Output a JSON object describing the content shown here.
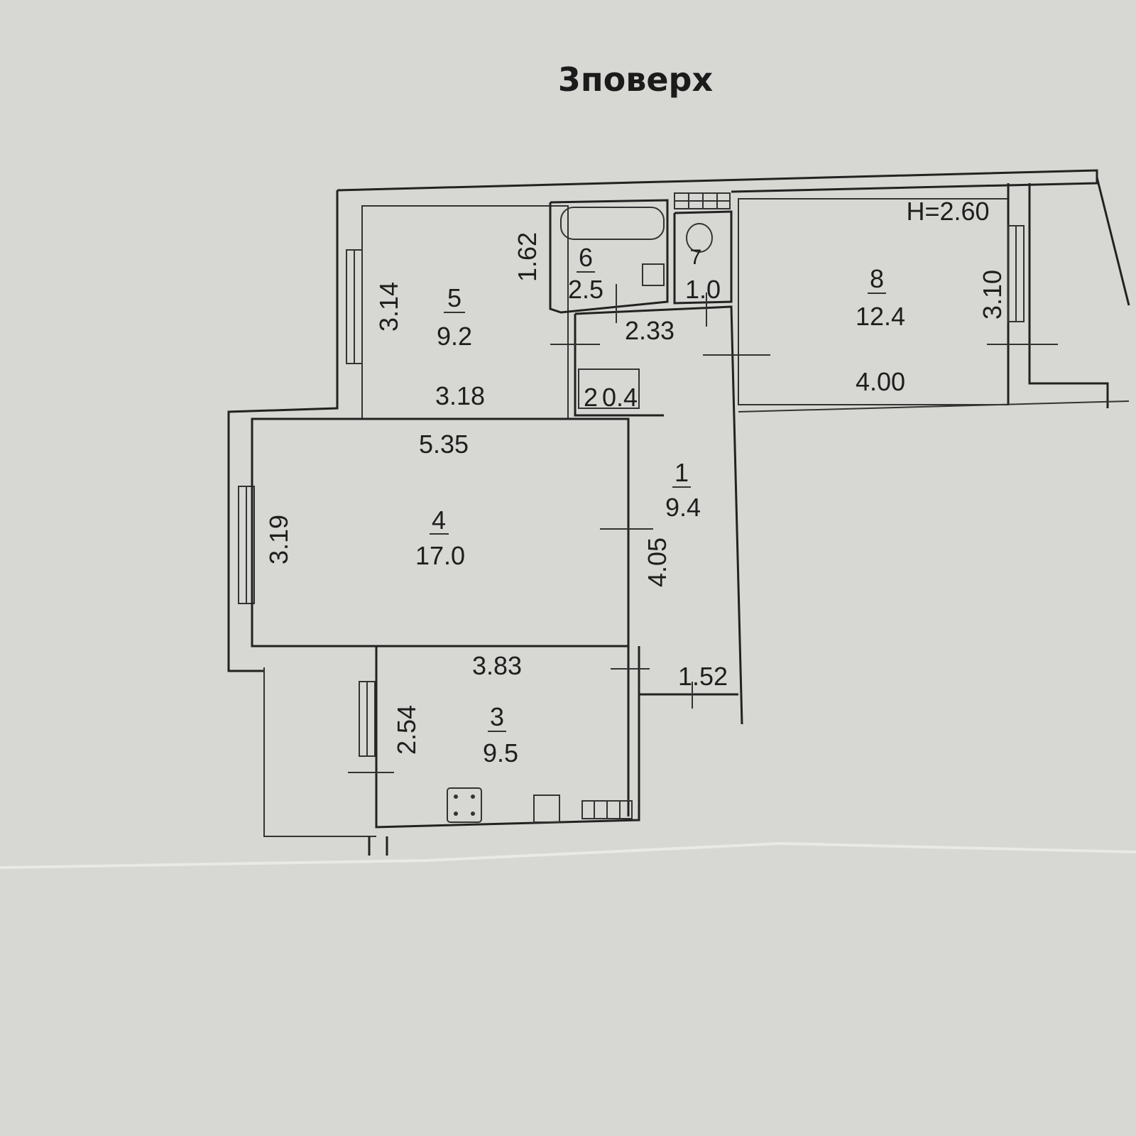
{
  "plan": {
    "title": "3поверх",
    "ceiling_height": "H=2.60",
    "rooms": [
      {
        "id": "room-1",
        "number": "1",
        "area": "9.4"
      },
      {
        "id": "room-2",
        "number": "2",
        "area": "0.4"
      },
      {
        "id": "room-3",
        "number": "3",
        "area": "9.5"
      },
      {
        "id": "room-4",
        "number": "4",
        "area": "17.0"
      },
      {
        "id": "room-5",
        "number": "5",
        "area": "9.2"
      },
      {
        "id": "room-6",
        "number": "6",
        "area": "2.5"
      },
      {
        "id": "room-7",
        "number": "7",
        "area": "1.0"
      },
      {
        "id": "room-8",
        "number": "8",
        "area": "12.4"
      }
    ],
    "dimensions": {
      "room5_height": "3.14",
      "room5_width": "3.18",
      "corridor_upper": "1.62",
      "corridor_width": "2.33",
      "room4_width": "5.35",
      "room4_height": "3.19",
      "corridor_height": "4.05",
      "room3_width": "3.83",
      "room3_height": "2.54",
      "corridor_bottom": "1.52",
      "room8_width": "4.00",
      "room8_height": "3.10"
    }
  }
}
